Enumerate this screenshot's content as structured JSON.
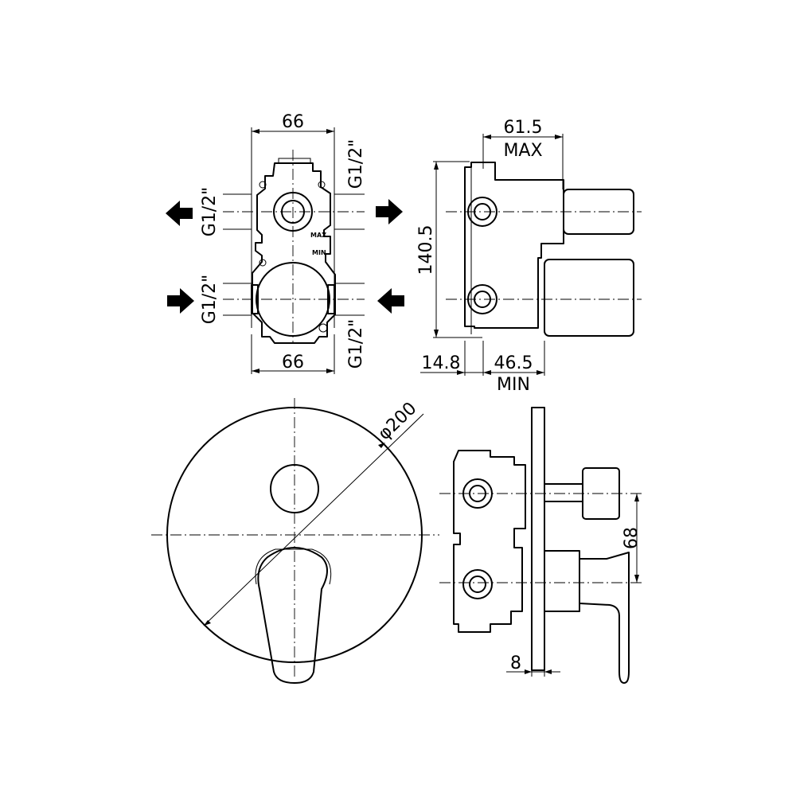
{
  "front_view": {
    "width_top": "66",
    "width_bottom": "66",
    "port_top_left": "G1/2\"",
    "port_top_right": "G1/2\"",
    "port_bottom_left": "G1/2\"",
    "port_bottom_right": "G1/2\"",
    "mark_max": "MAX",
    "mark_min": "MIN"
  },
  "side_view": {
    "depth_max": "61.5",
    "depth_max_label": "MAX",
    "height": "140.5",
    "offset": "14.8",
    "depth_min": "46.5",
    "depth_min_label": "MIN"
  },
  "plate_view": {
    "diameter": "φ200"
  },
  "assembly_view": {
    "spacing": "68",
    "plate_thickness": "8"
  },
  "arrows": [
    {
      "name": "arrow-top-left",
      "direction": "left"
    },
    {
      "name": "arrow-top-right",
      "direction": "right"
    },
    {
      "name": "arrow-bottom-left",
      "direction": "right"
    },
    {
      "name": "arrow-bottom-right",
      "direction": "left"
    }
  ]
}
